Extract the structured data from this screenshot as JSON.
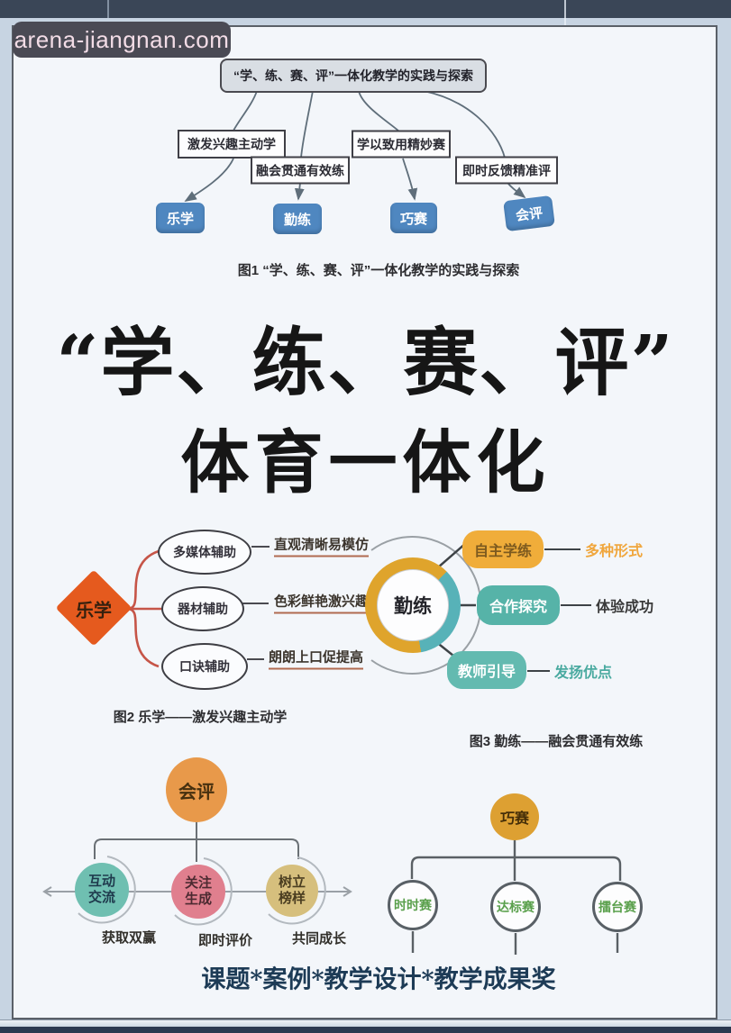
{
  "watermark": "arena-jiangnan.com",
  "figure1": {
    "title": "“学、练、赛、评”一体化教学的实践与探索",
    "branch_labels": [
      "激发兴趣主动学",
      "融会贯通有效练",
      "学以致用精妙赛",
      "即时反馈精准评"
    ],
    "nodes": [
      "乐学",
      "勤练",
      "巧赛",
      "会评"
    ],
    "caption": "图1  “学、练、赛、评”一体化教学的实践与探索"
  },
  "main_title": {
    "line1": "“学、练、赛、评”",
    "line2": "体育一体化"
  },
  "figure2": {
    "center": "乐学",
    "nodes": [
      "多媒体辅助",
      "器材辅助",
      "口诀辅助"
    ],
    "descs": [
      "直观清晰易模仿",
      "色彩鲜艳激兴趣",
      "朗朗上口促提高"
    ],
    "caption": "图2  乐学——激发兴趣主动学"
  },
  "figure3": {
    "center": "勤练",
    "nodes": [
      "自主学练",
      "合作探究",
      "教师引导"
    ],
    "descs": [
      "多种形式",
      "体验成功",
      "发扬优点"
    ],
    "caption": "图3  勤练——融会贯通有效练"
  },
  "figure4": {
    "center": "会评",
    "nodes": [
      {
        "line1": "互动",
        "line2": "交流",
        "desc": "获取双赢"
      },
      {
        "line1": "关注",
        "line2": "生成",
        "desc": "即时评价"
      },
      {
        "line1": "树立",
        "line2": "榜样",
        "desc": "共同成长"
      }
    ]
  },
  "figure5": {
    "center": "巧赛",
    "nodes": [
      "时时赛",
      "达标赛",
      "擂台赛"
    ]
  },
  "footer": "课题*案例*教学设计*教学成果奖",
  "colors": {
    "band_dark": "#3a4657",
    "frame_bg": "#c7d4e2",
    "page_bg": "#f3f6fa",
    "node_blue": "#4f87c0",
    "diamond_orange": "#e55a1e",
    "ring_gold": "#dfa42c",
    "ring_teal": "#57b2b8",
    "pill_gold": "#f0ad3a",
    "pill_teal": "#5ab3a9",
    "ellipse_orange": "#e8994a",
    "circle_teal": "#6fbfb1",
    "circle_pink": "#e07f8e",
    "circle_tan": "#d6bf7d",
    "badge_gold": "#dda032",
    "green_text": "#5aa04c",
    "brace_red": "#c65548"
  }
}
